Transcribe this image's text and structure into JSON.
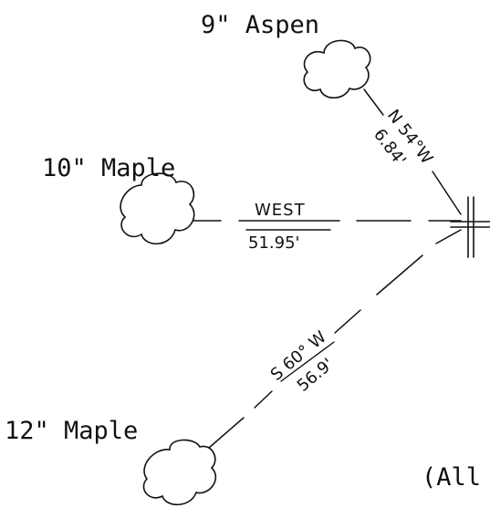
{
  "trees": [
    {
      "label": "9\" Aspen"
    },
    {
      "label": "10\" Maple"
    },
    {
      "label": "12\" Maple"
    }
  ],
  "bearings": [
    {
      "direction": "N 54°W",
      "distance": "6.84'"
    },
    {
      "direction": "WEST",
      "distance": "51.95'"
    },
    {
      "direction": "S 60° W",
      "distance": "56.9'"
    }
  ],
  "note": "(All",
  "icons": {
    "reference_point": "survey-cross-icon",
    "tree": "tree-crown-icon"
  },
  "colors": {
    "ink": "#111111",
    "paper": "#ffffff"
  }
}
